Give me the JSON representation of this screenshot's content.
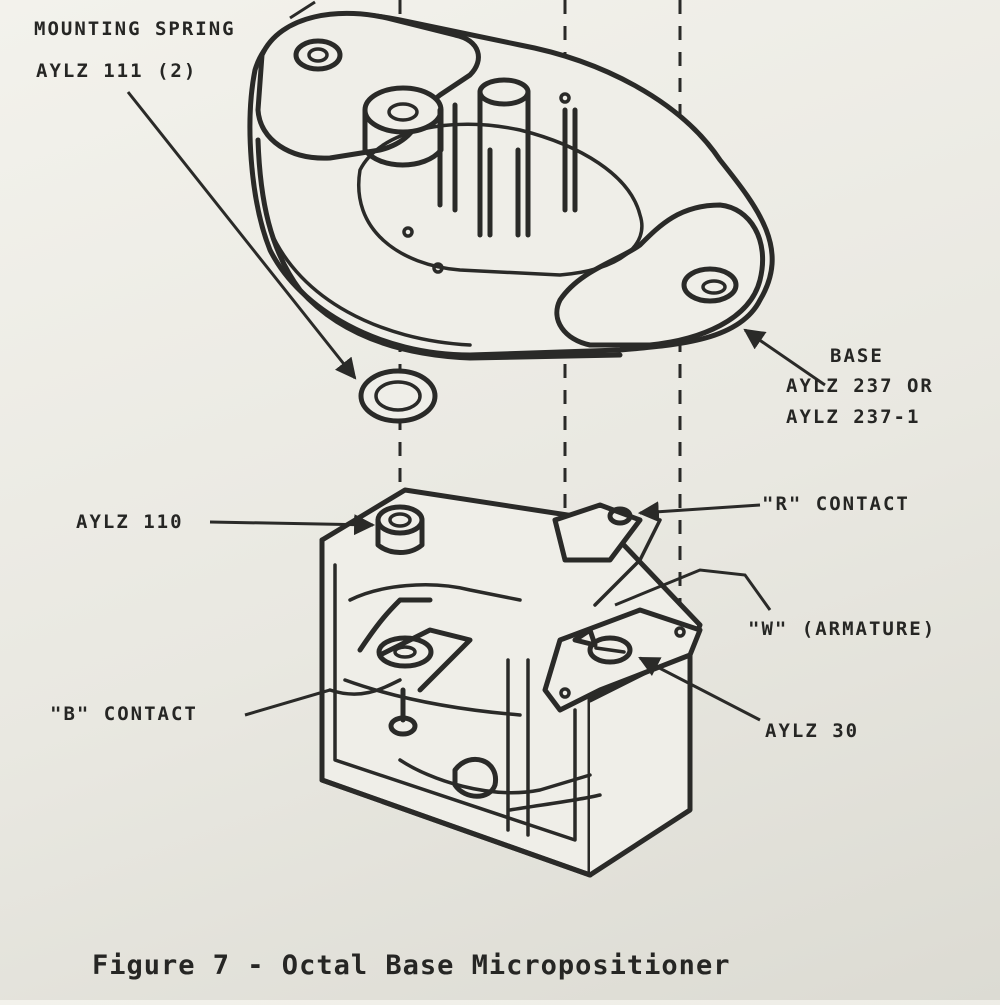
{
  "labels": {
    "mounting_spring": "MOUNTING SPRING",
    "mounting_spring_part": "AYLZ 111 (2)",
    "base": "BASE",
    "base_part_a": "AYLZ 237 OR",
    "base_part_b": "AYLZ 237-1",
    "aylz_110": "AYLZ 110",
    "r_contact": "\"R\" CONTACT",
    "w_armature": "\"W\" (ARMATURE)",
    "b_contact": "\"B\" CONTACT",
    "aylz_30": "AYLZ 30"
  },
  "caption": "Figure 7 - Octal Base Micropositioner",
  "colors": {
    "ink": "#2a2a28",
    "paper": "#ecebE5"
  }
}
